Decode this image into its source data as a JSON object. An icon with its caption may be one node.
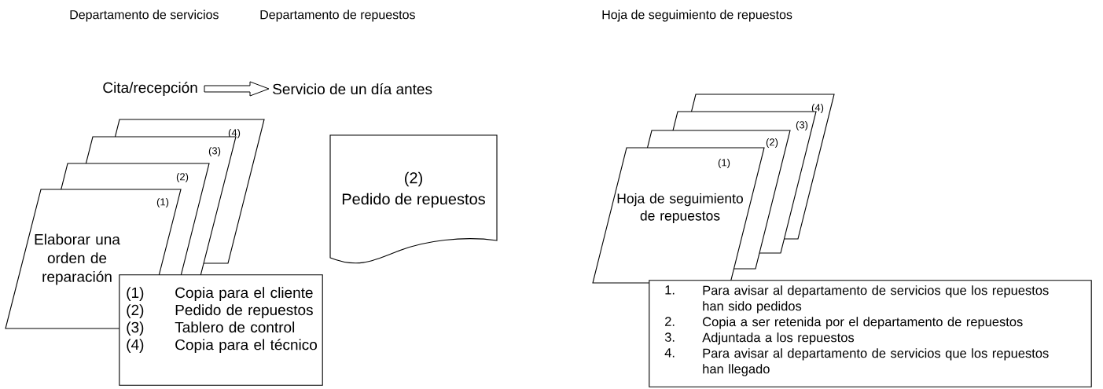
{
  "diagram": {
    "nodes": [
      {
        "text": [
          "Cita/recepción"
        ]
      },
      {
        "text": [
          "Servicio de un día antes"
        ]
      },
      {
        "text": [
          "(4)"
        ]
      },
      {
        "text": [
          "(3)"
        ]
      },
      {
        "text": [
          "(2)"
        ]
      },
      {
        "text": [
          "(1)",
          "Elaborar una orden de reparación"
        ]
      },
      {
        "text": [
          "(1)",
          "Copia para el cliente",
          "(2)",
          "Pedido de repuestos",
          "(3)",
          "Tablero de control",
          "(4)",
          "Copia para el técnico"
        ]
      },
      {
        "text": [
          "(2)",
          "Pedido de repuestos"
        ]
      },
      {
        "text": [
          "(4)"
        ]
      },
      {
        "text": [
          "(3)"
        ]
      },
      {
        "text": [
          "(2)"
        ]
      },
      {
        "text": [
          "(1)",
          "Hoja de seguimiento de repuestos"
        ]
      },
      {
        "text": [
          "1.",
          "Para avisar al departamento de servicios que los repuestos han sido pedidos",
          "2.",
          "Copia a ser retenida por el departamento de repuestos",
          "3.",
          "Adjuntada a los repuestos",
          "4.",
          "Para avisar al departamento de servicios que los repuestos han llegado"
        ]
      }
    ],
    "edges": [
      {
        "from": 0,
        "to": 1,
        "arrow": "to"
      }
    ],
    "labels": [
      "Departamento de servicios",
      "Departamento de repuestos",
      "Hoja de seguimiento de repuestos"
    ]
  }
}
